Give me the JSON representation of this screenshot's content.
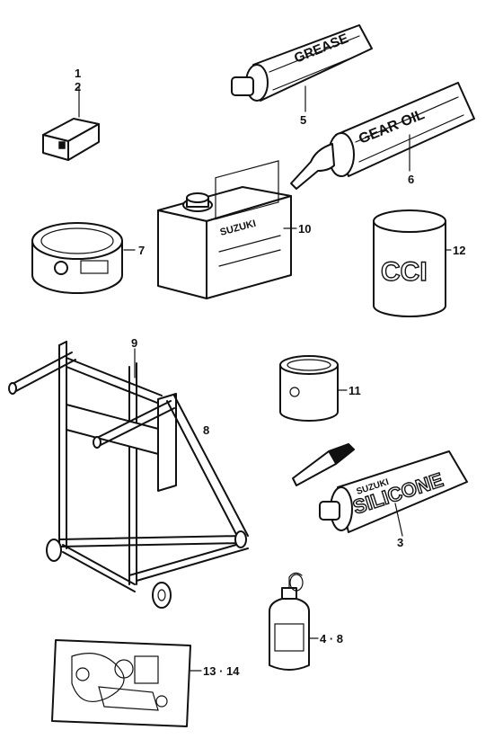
{
  "callouts": {
    "c1": "1",
    "c2": "2",
    "c3": "3",
    "c48": "4 · 8",
    "c5": "5",
    "c6": "6",
    "c7": "7",
    "c8": "8",
    "c9": "9",
    "c10": "10",
    "c11": "11",
    "c12": "12",
    "c1314": "13 · 14"
  },
  "labels": {
    "grease": "GREASE",
    "gear_oil": "GEAR OIL",
    "suzuki": "SUZUKI",
    "cci": "CCI",
    "silicone": "SILICONE",
    "sealant_brand": "SUZUKI"
  }
}
